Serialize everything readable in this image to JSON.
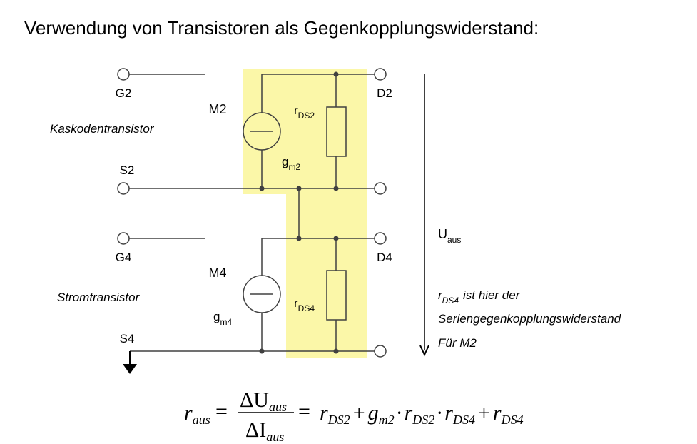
{
  "title": "Verwendung von Transistoren als Gegenkopplungswiderstand:",
  "colors": {
    "highlight": "#fbf7a8",
    "wire": "#404040",
    "node": "#404040"
  },
  "terminals": {
    "g2": "G2",
    "d2": "D2",
    "s2": "S2",
    "g4": "G4",
    "d4": "D4",
    "s4": "S4"
  },
  "transistors": {
    "m2": {
      "name": "M2",
      "gm_base": "g",
      "gm_sub": "m2",
      "r_base": "r",
      "r_sub": "DS2"
    },
    "m4": {
      "name": "M4",
      "gm_base": "g",
      "gm_sub": "m4",
      "r_base": "r",
      "r_sub": "DS4"
    }
  },
  "roles": {
    "cascode": "Kaskodentransistor",
    "current": "Stromtransistor"
  },
  "output_voltage": {
    "base": "U",
    "sub": "aus"
  },
  "note": {
    "r_base": "r",
    "r_sub": "DS4",
    "line1_rest": "ist hier der",
    "line2": "Seriengegenkopplungswiderstand",
    "line3": "Für M2"
  },
  "formula": {
    "lhs_base": "r",
    "lhs_sub": "aus",
    "num": "ΔU",
    "num_sub": "aus",
    "den": "ΔI",
    "den_sub": "aus",
    "rhs": [
      {
        "base": "r",
        "sub": "DS2",
        "sub_normal": "2"
      },
      {
        "op": "+"
      },
      {
        "base": "g",
        "sub": "m2"
      },
      {
        "op": "·"
      },
      {
        "base": "r",
        "sub": "DS2"
      },
      {
        "op": "·"
      },
      {
        "base": "r",
        "sub": "DS4"
      },
      {
        "op": "+"
      },
      {
        "base": "r",
        "sub": "DS4"
      }
    ]
  }
}
